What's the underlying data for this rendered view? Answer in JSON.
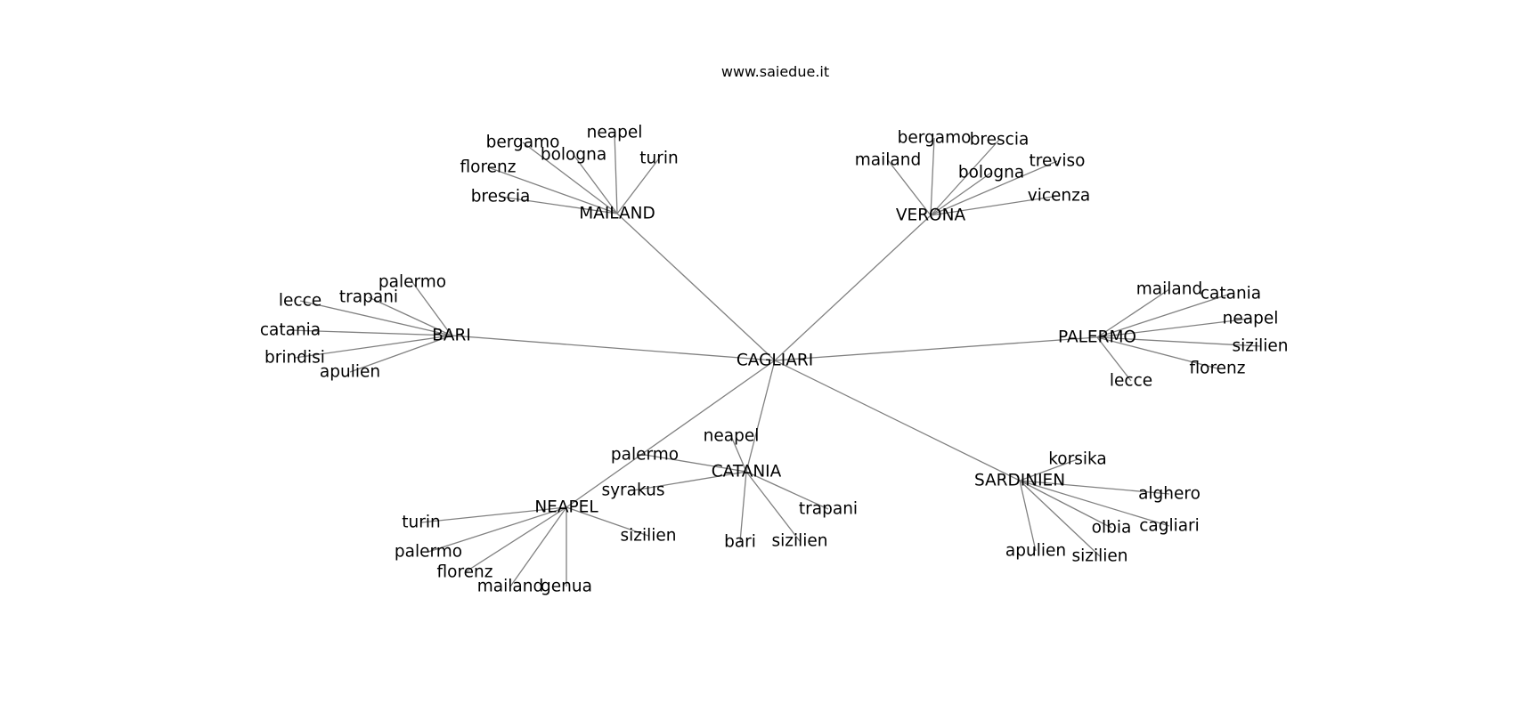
{
  "title": "www.saiedue.it",
  "colors": {
    "edge": "#808080",
    "label": "#000000",
    "background": "#ffffff"
  },
  "graph": {
    "nodes": [
      {
        "id": "cagliari",
        "label": "CAGLIARI"
      },
      {
        "id": "mailand",
        "label": "MAILAND"
      },
      {
        "id": "verona",
        "label": "VERONA"
      },
      {
        "id": "bari",
        "label": "BARI"
      },
      {
        "id": "palermo",
        "label": "PALERMO"
      },
      {
        "id": "catania",
        "label": "CATANIA"
      },
      {
        "id": "neapel",
        "label": "NEAPEL"
      },
      {
        "id": "sardinien",
        "label": "SARDINIEN"
      },
      {
        "id": "mailand_bergamo",
        "label": "bergamo"
      },
      {
        "id": "mailand_neapel",
        "label": "neapel"
      },
      {
        "id": "mailand_bologna",
        "label": "bologna"
      },
      {
        "id": "mailand_turin",
        "label": "turin"
      },
      {
        "id": "mailand_florenz",
        "label": "florenz"
      },
      {
        "id": "mailand_brescia",
        "label": "brescia"
      },
      {
        "id": "verona_bergamo",
        "label": "bergamo"
      },
      {
        "id": "verona_brescia",
        "label": "brescia"
      },
      {
        "id": "verona_mailand",
        "label": "mailand"
      },
      {
        "id": "verona_treviso",
        "label": "treviso"
      },
      {
        "id": "verona_bologna",
        "label": "bologna"
      },
      {
        "id": "verona_vicenza",
        "label": "vicenza"
      },
      {
        "id": "bari_palermo",
        "label": "palermo"
      },
      {
        "id": "bari_lecce",
        "label": "lecce"
      },
      {
        "id": "bari_trapani",
        "label": "trapani"
      },
      {
        "id": "bari_catania",
        "label": "catania"
      },
      {
        "id": "bari_brindisi",
        "label": "brindisi"
      },
      {
        "id": "bari_apulien",
        "label": "apulien"
      },
      {
        "id": "palermo_mailand",
        "label": "mailand"
      },
      {
        "id": "palermo_catania",
        "label": "catania"
      },
      {
        "id": "palermo_neapel",
        "label": "neapel"
      },
      {
        "id": "palermo_sizilien",
        "label": "sizilien"
      },
      {
        "id": "palermo_florenz",
        "label": "florenz"
      },
      {
        "id": "palermo_lecce",
        "label": "lecce"
      },
      {
        "id": "catania_neapel",
        "label": "neapel"
      },
      {
        "id": "catania_palermo",
        "label": "palermo"
      },
      {
        "id": "catania_syrakus",
        "label": "syrakus"
      },
      {
        "id": "catania_trapani",
        "label": "trapani"
      },
      {
        "id": "catania_bari",
        "label": "bari"
      },
      {
        "id": "catania_sizilien",
        "label": "sizilien"
      },
      {
        "id": "neapel_turin",
        "label": "turin"
      },
      {
        "id": "neapel_palermo",
        "label": "palermo"
      },
      {
        "id": "neapel_florenz",
        "label": "florenz"
      },
      {
        "id": "neapel_mailand",
        "label": "mailand"
      },
      {
        "id": "neapel_genua",
        "label": "genua"
      },
      {
        "id": "neapel_sizilien",
        "label": "sizilien"
      },
      {
        "id": "sardinien_korsika",
        "label": "korsika"
      },
      {
        "id": "sardinien_alghero",
        "label": "alghero"
      },
      {
        "id": "sardinien_olbia",
        "label": "olbia"
      },
      {
        "id": "sardinien_cagliari",
        "label": "cagliari"
      },
      {
        "id": "sardinien_apulien",
        "label": "apulien"
      },
      {
        "id": "sardinien_sizilien",
        "label": "sizilien"
      }
    ],
    "edges": [
      [
        "cagliari",
        "mailand"
      ],
      [
        "cagliari",
        "verona"
      ],
      [
        "cagliari",
        "bari"
      ],
      [
        "cagliari",
        "palermo"
      ],
      [
        "cagliari",
        "catania"
      ],
      [
        "cagliari",
        "neapel"
      ],
      [
        "cagliari",
        "sardinien"
      ],
      [
        "mailand",
        "mailand_bergamo"
      ],
      [
        "mailand",
        "mailand_neapel"
      ],
      [
        "mailand",
        "mailand_bologna"
      ],
      [
        "mailand",
        "mailand_turin"
      ],
      [
        "mailand",
        "mailand_florenz"
      ],
      [
        "mailand",
        "mailand_brescia"
      ],
      [
        "verona",
        "verona_bergamo"
      ],
      [
        "verona",
        "verona_brescia"
      ],
      [
        "verona",
        "verona_mailand"
      ],
      [
        "verona",
        "verona_treviso"
      ],
      [
        "verona",
        "verona_bologna"
      ],
      [
        "verona",
        "verona_vicenza"
      ],
      [
        "bari",
        "bari_palermo"
      ],
      [
        "bari",
        "bari_lecce"
      ],
      [
        "bari",
        "bari_trapani"
      ],
      [
        "bari",
        "bari_catania"
      ],
      [
        "bari",
        "bari_brindisi"
      ],
      [
        "bari",
        "bari_apulien"
      ],
      [
        "palermo",
        "palermo_mailand"
      ],
      [
        "palermo",
        "palermo_catania"
      ],
      [
        "palermo",
        "palermo_neapel"
      ],
      [
        "palermo",
        "palermo_sizilien"
      ],
      [
        "palermo",
        "palermo_florenz"
      ],
      [
        "palermo",
        "palermo_lecce"
      ],
      [
        "catania",
        "catania_neapel"
      ],
      [
        "catania",
        "catania_palermo"
      ],
      [
        "catania",
        "catania_syrakus"
      ],
      [
        "catania",
        "catania_trapani"
      ],
      [
        "catania",
        "catania_bari"
      ],
      [
        "catania",
        "catania_sizilien"
      ],
      [
        "neapel",
        "neapel_turin"
      ],
      [
        "neapel",
        "neapel_palermo"
      ],
      [
        "neapel",
        "neapel_florenz"
      ],
      [
        "neapel",
        "neapel_mailand"
      ],
      [
        "neapel",
        "neapel_genua"
      ],
      [
        "neapel",
        "neapel_sizilien"
      ],
      [
        "sardinien",
        "sardinien_korsika"
      ],
      [
        "sardinien",
        "sardinien_alghero"
      ],
      [
        "sardinien",
        "sardinien_olbia"
      ],
      [
        "sardinien",
        "sardinien_cagliari"
      ],
      [
        "sardinien",
        "sardinien_apulien"
      ],
      [
        "sardinien",
        "sardinien_sizilien"
      ]
    ]
  }
}
